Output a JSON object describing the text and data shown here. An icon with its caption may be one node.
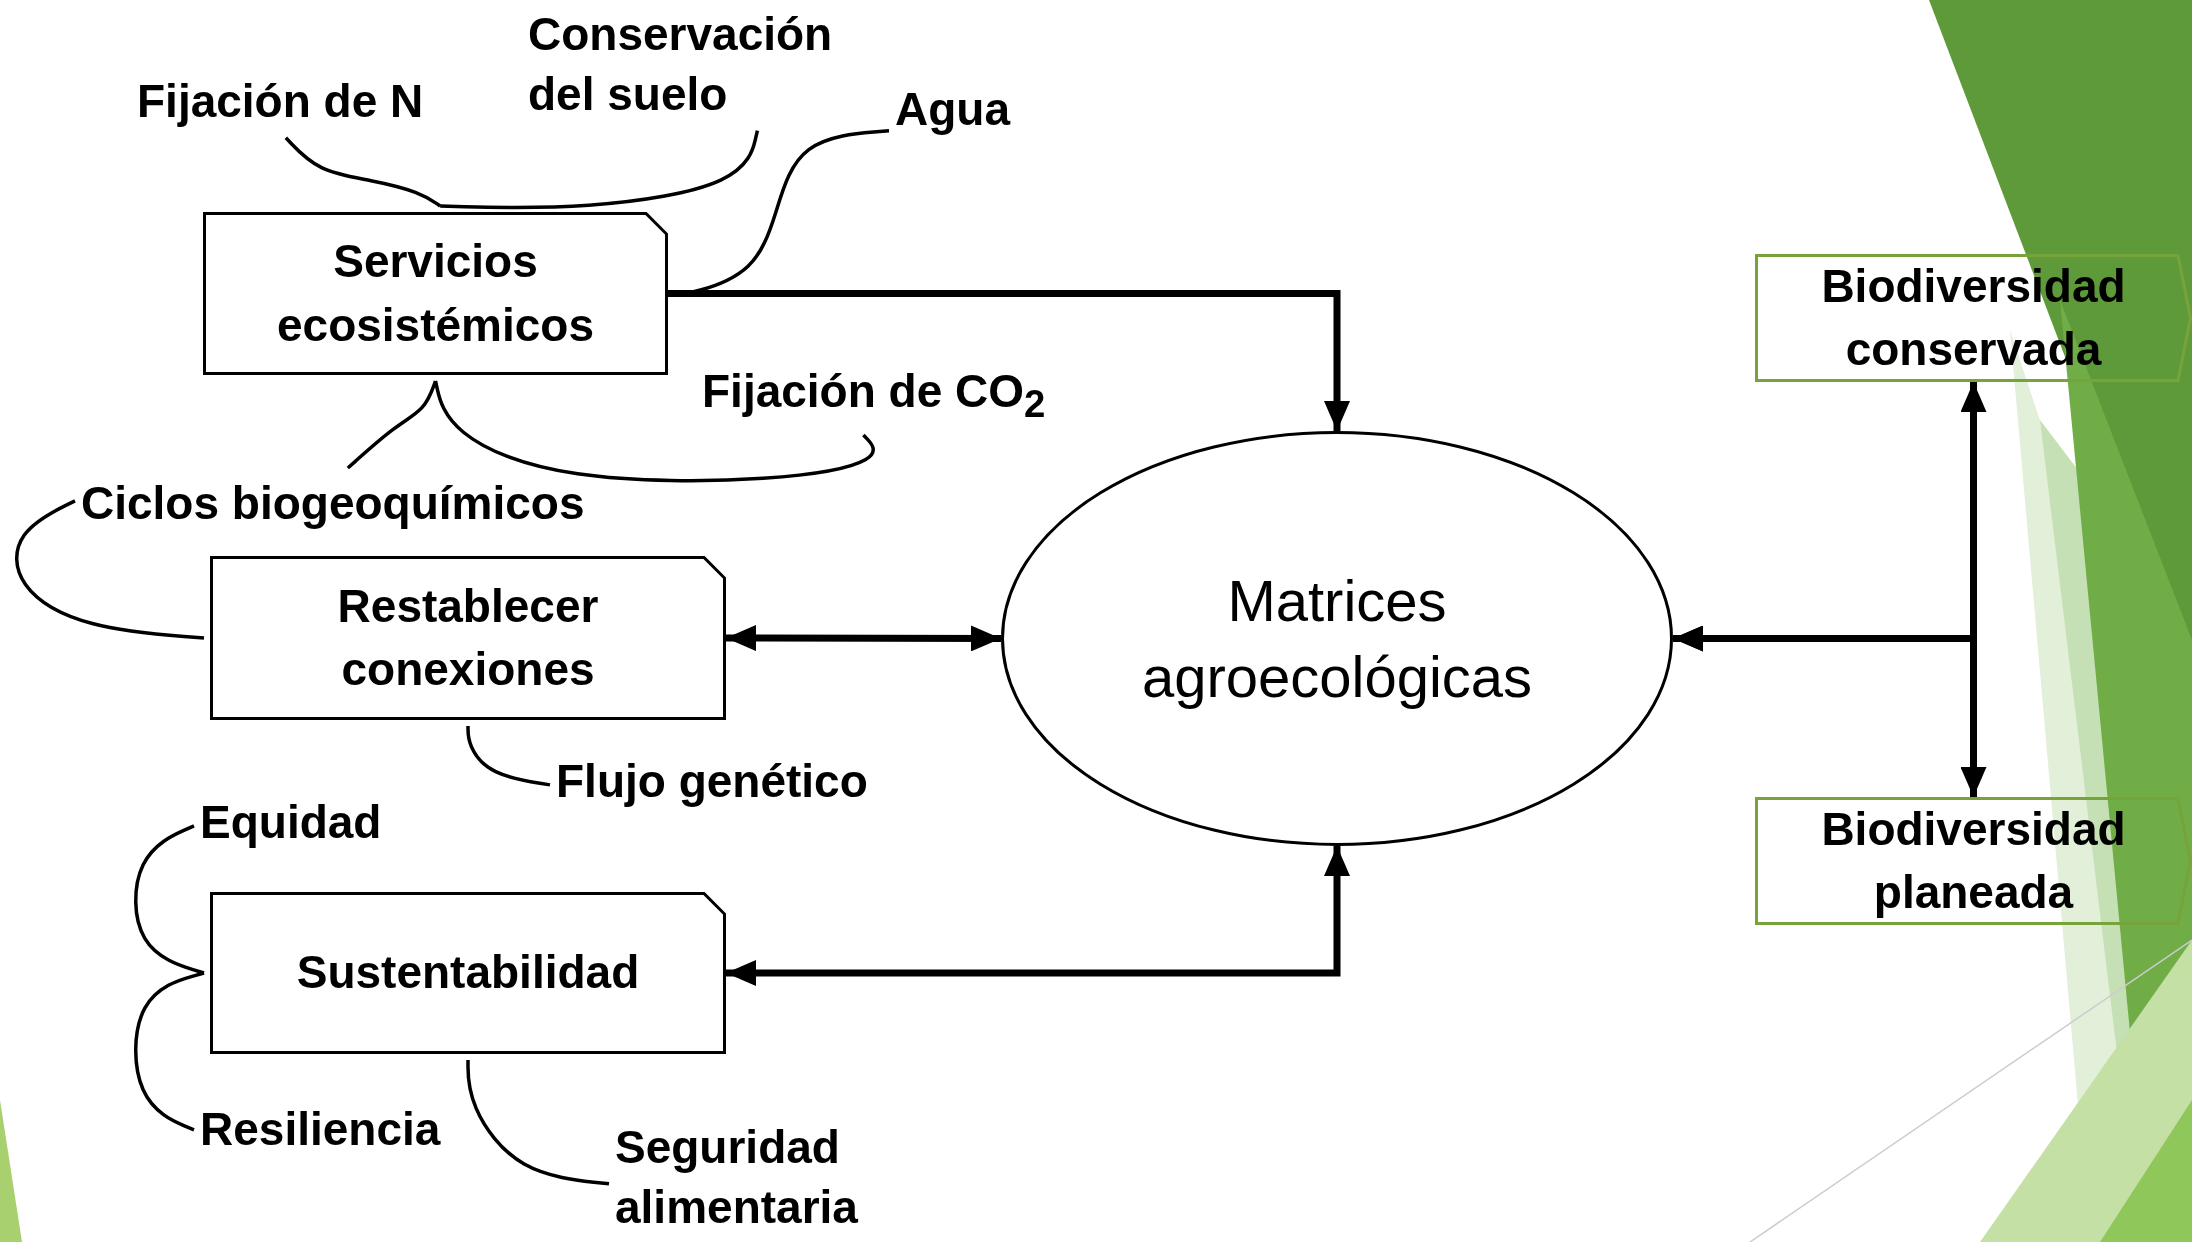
{
  "diagram": {
    "nodes": [
      {
        "text": [
          "Conservación del suelo"
        ]
      },
      {
        "text": [
          "Fijación de N"
        ]
      },
      {
        "text": [
          "Agua"
        ]
      },
      {
        "text": [
          "Servicios ecosistémicos"
        ]
      },
      {
        "text": [
          "Biodiversidad conservada"
        ]
      },
      {
        "text": [
          "Fijación de CO$_{2}$"
        ]
      },
      {
        "text": [
          "Matrices agroecológicas"
        ]
      },
      {
        "text": [
          "Ciclos biogeoquímicos"
        ]
      },
      {
        "text": [
          "Restablecer conexiones"
        ]
      },
      {
        "text": [
          "Flujo genético"
        ]
      },
      {
        "text": [
          "Equidad"
        ]
      },
      {
        "text": [
          "Biodiversidad planeada"
        ]
      },
      {
        "text": [
          "Sustentabilidad"
        ]
      },
      {
        "text": [
          "Resiliencia"
        ]
      },
      {
        "text": [
          "Seguridad alimentaria"
        ]
      }
    ],
    "edges": [
      {
        "from": 1,
        "to": 3,
        "arrow": "none"
      },
      {
        "from": 0,
        "to": 3,
        "arrow": "none"
      },
      {
        "from": 2,
        "to": 3,
        "arrow": "none"
      },
      {
        "from": 5,
        "to": 3,
        "arrow": "none"
      },
      {
        "from": 7,
        "to": 3,
        "arrow": "none"
      },
      {
        "from": 7,
        "to": 8,
        "arrow": "none"
      },
      {
        "from": 9,
        "to": 8,
        "arrow": "none"
      },
      {
        "from": 10,
        "to": 12,
        "arrow": "none"
      },
      {
        "from": 13,
        "to": 12,
        "arrow": "none"
      },
      {
        "from": 14,
        "to": 12,
        "arrow": "none"
      },
      {
        "from": 3,
        "to": 6,
        "arrow": "to",
        "style": "thick"
      },
      {
        "from": 8,
        "to": 6,
        "arrow": "both",
        "style": "thick"
      },
      {
        "from": 6,
        "to": 12,
        "arrow": "both",
        "style": "thick"
      },
      {
        "from": 4,
        "to": 6,
        "arrow": "both",
        "style": "thick"
      },
      {
        "from": 11,
        "to": 6,
        "arrow": "both",
        "style": "thick"
      }
    ]
  }
}
